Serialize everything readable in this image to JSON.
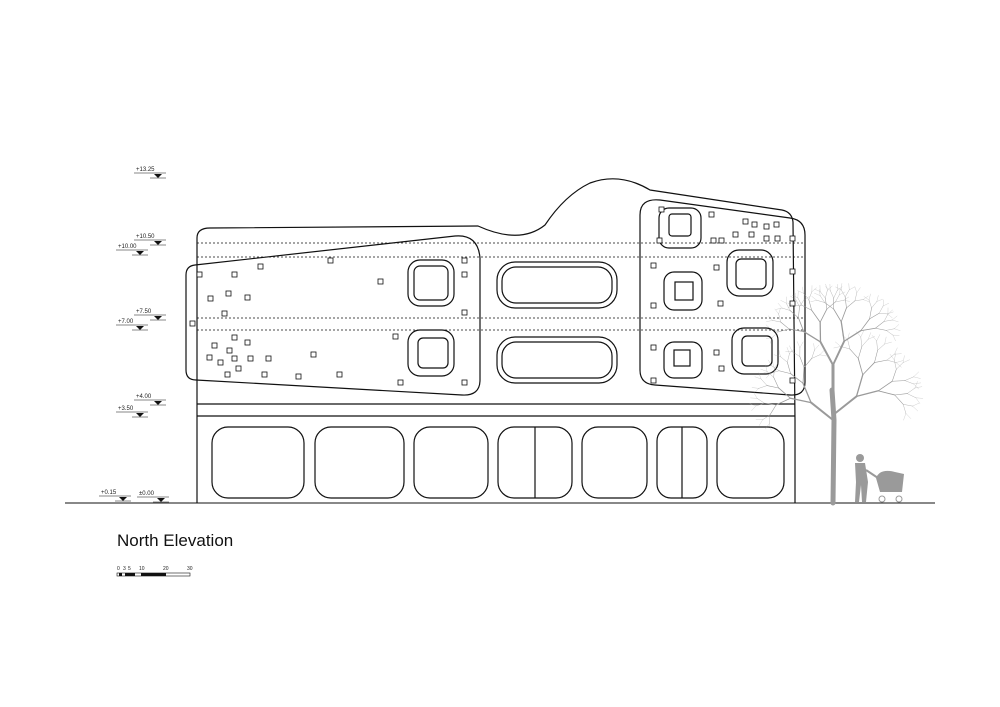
{
  "drawing": {
    "title": "North Elevation",
    "levels_outer": [
      "+13.25",
      "+10.50",
      "+7.50",
      "+4.00",
      "±0.00"
    ],
    "levels_inner": [
      "+10.00",
      "+7.00",
      "+3.50",
      "+0.15"
    ],
    "scale_bar_labels": [
      "0",
      "3",
      "5",
      "10",
      "20",
      "30"
    ],
    "colors": {
      "line": "#111111",
      "tree": "#9a9a9a",
      "background": "#ffffff"
    }
  }
}
